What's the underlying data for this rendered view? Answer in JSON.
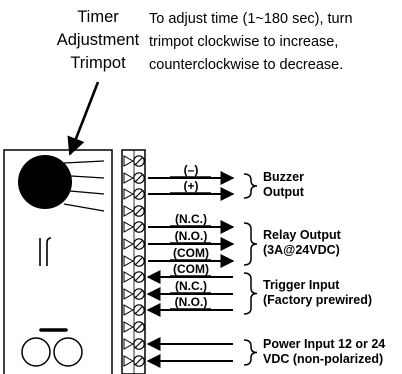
{
  "title_lines": [
    "Timer",
    "Adjustment",
    "Trimpot"
  ],
  "instruction_lines": [
    "To adjust time (1~180 sec), turn",
    "trimpot clockwise to increase,",
    "counterclockwise to decrease."
  ],
  "wires": [
    "(–)",
    "(+)",
    "(N.C.)",
    "(N.O.)",
    "(COM)",
    "(COM)",
    "(N.C.)",
    "(N.O.)",
    "",
    ""
  ],
  "groups": [
    {
      "line1": "Buzzer",
      "line2": "Output"
    },
    {
      "line1": "Relay Output",
      "line2": "(3A@24VDC)"
    },
    {
      "line1": "Trigger Input",
      "line2": "(Factory prewired)"
    },
    {
      "line1": "Power Input 12 or 24",
      "line2": "VDC (non-polarized)"
    }
  ]
}
